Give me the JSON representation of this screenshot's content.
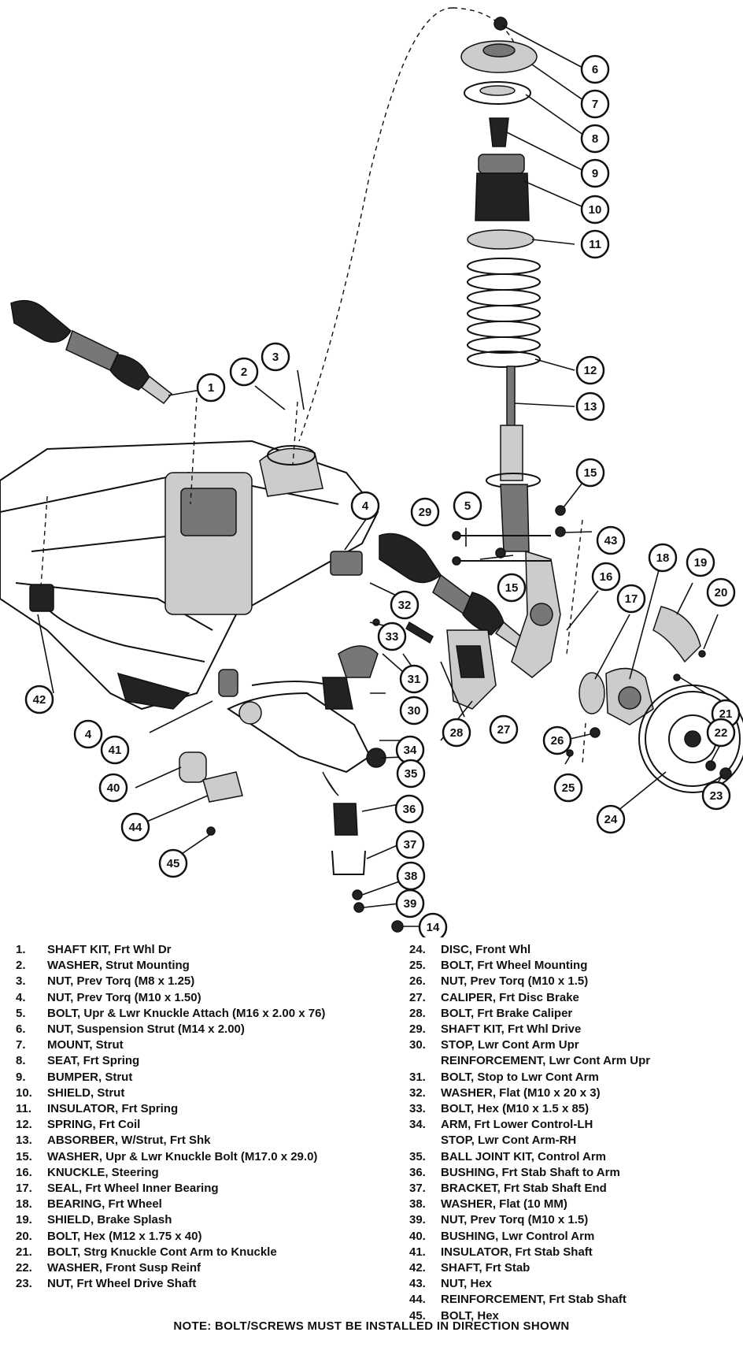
{
  "callouts": [
    "1",
    "2",
    "3",
    "4",
    "4",
    "5",
    "6",
    "7",
    "8",
    "9",
    "10",
    "11",
    "12",
    "13",
    "14",
    "15",
    "15",
    "16",
    "17",
    "18",
    "19",
    "20",
    "21",
    "22",
    "23",
    "24",
    "25",
    "26",
    "27",
    "28",
    "29",
    "30",
    "31",
    "32",
    "33",
    "34",
    "35",
    "36",
    "37",
    "38",
    "39",
    "40",
    "41",
    "42",
    "43",
    "44",
    "45"
  ],
  "legend_left": [
    {
      "num": "1.",
      "text": "SHAFT KIT, Frt Whl Dr"
    },
    {
      "num": "2.",
      "text": "WASHER, Strut Mounting"
    },
    {
      "num": "3.",
      "text": "NUT, Prev Torq (M8 x 1.25)"
    },
    {
      "num": "4.",
      "text": "NUT, Prev Torq (M10 x 1.50)"
    },
    {
      "num": "5.",
      "text": "BOLT, Upr & Lwr Knuckle Attach (M16 x 2.00 x 76)"
    },
    {
      "num": "6.",
      "text": "NUT, Suspension Strut (M14 x 2.00)"
    },
    {
      "num": "7.",
      "text": "MOUNT, Strut"
    },
    {
      "num": "8.",
      "text": "SEAT, Frt Spring"
    },
    {
      "num": "9.",
      "text": "BUMPER, Strut"
    },
    {
      "num": "10.",
      "text": "SHIELD, Strut"
    },
    {
      "num": "11.",
      "text": "INSULATOR, Frt Spring"
    },
    {
      "num": "12.",
      "text": "SPRING, Frt Coil"
    },
    {
      "num": "13.",
      "text": "ABSORBER, W/Strut, Frt Shk"
    },
    {
      "num": "15.",
      "text": "WASHER, Upr & Lwr Knuckle Bolt (M17.0 x 29.0)"
    },
    {
      "num": "16.",
      "text": "KNUCKLE, Steering"
    },
    {
      "num": "17.",
      "text": "SEAL, Frt Wheel Inner Bearing"
    },
    {
      "num": "18.",
      "text": "BEARING, Frt Wheel"
    },
    {
      "num": "19.",
      "text": "SHIELD, Brake Splash"
    },
    {
      "num": "20.",
      "text": "BOLT, Hex (M12 x 1.75 x 40)"
    },
    {
      "num": "21.",
      "text": "BOLT, Strg Knuckle Cont Arm to Knuckle"
    },
    {
      "num": "22.",
      "text": "WASHER, Front Susp Reinf"
    },
    {
      "num": "23.",
      "text": "NUT, Frt Wheel Drive Shaft"
    }
  ],
  "legend_right": [
    {
      "num": "24.",
      "text": "DISC, Front Whl"
    },
    {
      "num": "25.",
      "text": "BOLT, Frt Wheel Mounting"
    },
    {
      "num": "26.",
      "text": "NUT, Prev Torq (M10 x 1.5)"
    },
    {
      "num": "27.",
      "text": "CALIPER, Frt Disc Brake"
    },
    {
      "num": "28.",
      "text": "BOLT, Frt Brake Caliper"
    },
    {
      "num": "29.",
      "text": "SHAFT KIT, Frt Whl Drive"
    },
    {
      "num": "30.",
      "text": "STOP, Lwr Cont Arm Upr"
    },
    {
      "num": "",
      "text": "REINFORCEMENT, Lwr Cont Arm Upr"
    },
    {
      "num": "31.",
      "text": "BOLT, Stop to Lwr Cont Arm"
    },
    {
      "num": "32.",
      "text": "WASHER, Flat (M10 x 20 x 3)"
    },
    {
      "num": "33.",
      "text": "BOLT, Hex (M10 x 1.5 x 85)"
    },
    {
      "num": "34.",
      "text": "ARM, Frt Lower Control-LH"
    },
    {
      "num": "",
      "text": "STOP, Lwr Cont Arm-RH"
    },
    {
      "num": "35.",
      "text": "BALL JOINT KIT, Control Arm"
    },
    {
      "num": "36.",
      "text": "BUSHING, Frt Stab Shaft to Arm"
    },
    {
      "num": "37.",
      "text": "BRACKET, Frt Stab Shaft End"
    },
    {
      "num": "38.",
      "text": "WASHER, Flat (10 MM)"
    },
    {
      "num": "39.",
      "text": "NUT, Prev Torq (M10 x 1.5)"
    },
    {
      "num": "40.",
      "text": "BUSHING, Lwr Control Arm"
    },
    {
      "num": "41.",
      "text": "INSULATOR, Frt Stab Shaft"
    },
    {
      "num": "42.",
      "text": "SHAFT, Frt Stab"
    },
    {
      "num": "43.",
      "text": "NUT, Hex"
    },
    {
      "num": "44.",
      "text": "REINFORCEMENT, Frt Stab Shaft"
    },
    {
      "num": "45.",
      "text": "BOLT, Hex"
    }
  ],
  "note": "NOTE: BOLT/SCREWS MUST BE INSTALLED IN DIRECTION SHOWN"
}
